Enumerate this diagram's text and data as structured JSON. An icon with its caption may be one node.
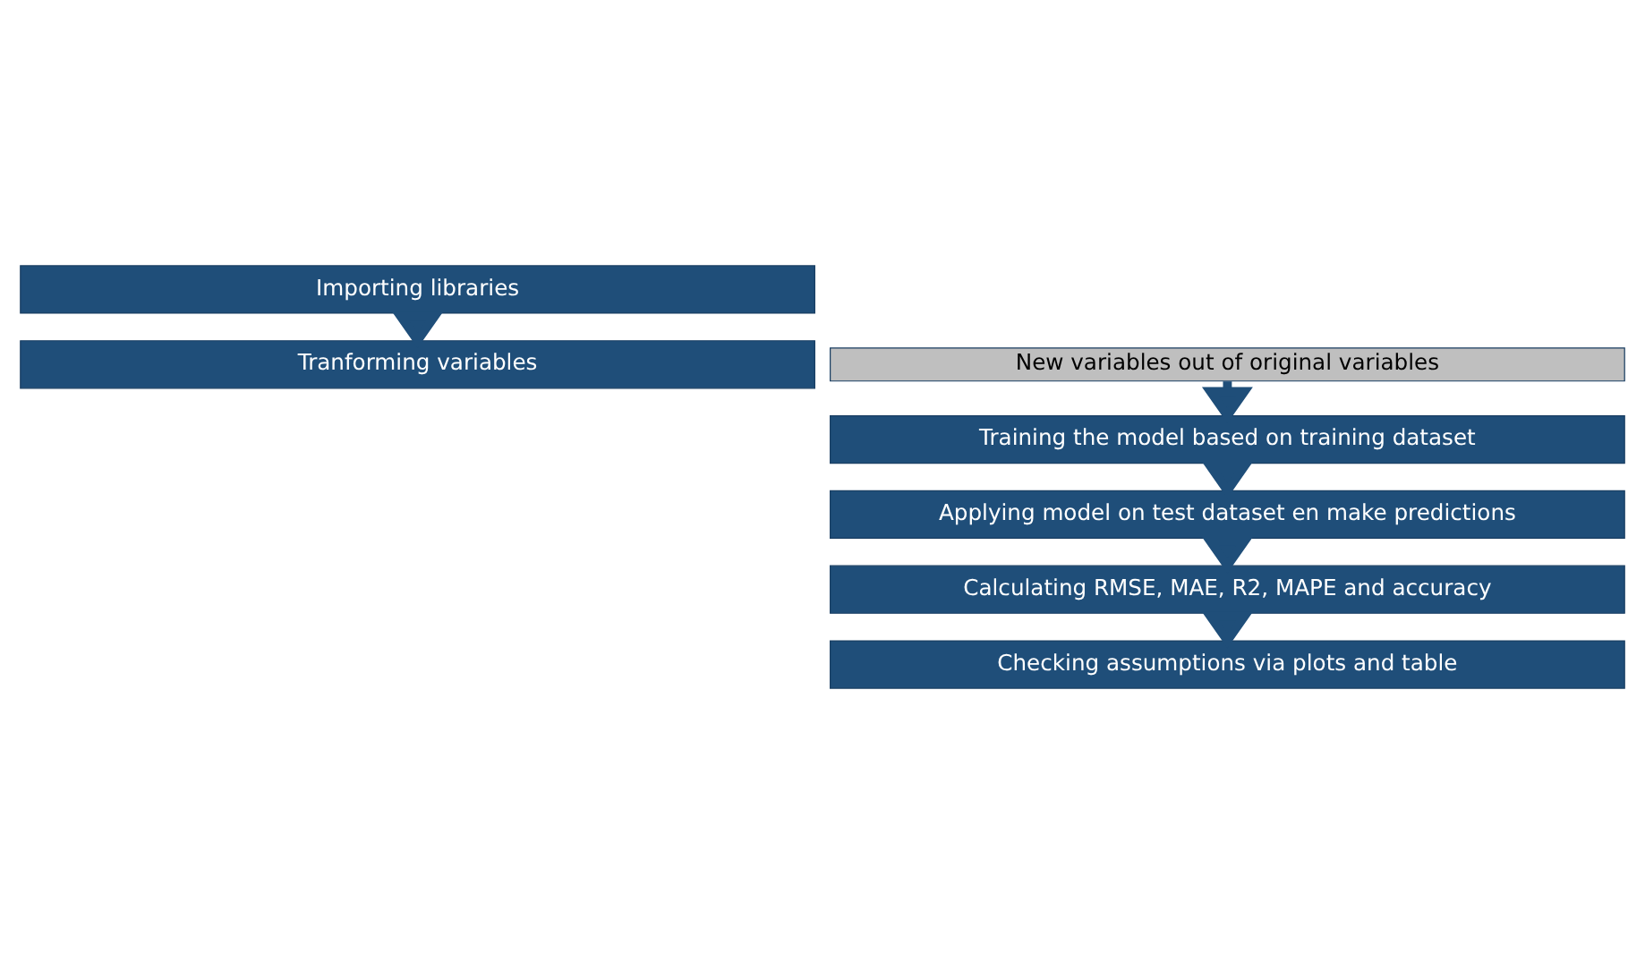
{
  "diagram": {
    "nodes": [
      {
        "text": [
          "Importing libraries"
        ]
      },
      {
        "text": [
          "Tranforming variables"
        ]
      },
      {
        "text": [
          "New variables out of original variables"
        ]
      },
      {
        "text": [
          "Training the model based on training dataset"
        ]
      },
      {
        "text": [
          "Applying model on test dataset en make predictions"
        ]
      },
      {
        "text": [
          "Calculating RMSE, MAE, R2, MAPE and accuracy"
        ]
      },
      {
        "text": [
          "Checking assumptions via plots and table"
        ]
      }
    ],
    "edges": [
      {
        "from": 0,
        "to": 1,
        "arrow": "to"
      },
      {
        "from": 2,
        "to": 3,
        "arrow": "to"
      },
      {
        "from": 3,
        "to": 4,
        "arrow": "to"
      },
      {
        "from": 4,
        "to": 5,
        "arrow": "to"
      },
      {
        "from": 5,
        "to": 6,
        "arrow": "to"
      }
    ]
  }
}
